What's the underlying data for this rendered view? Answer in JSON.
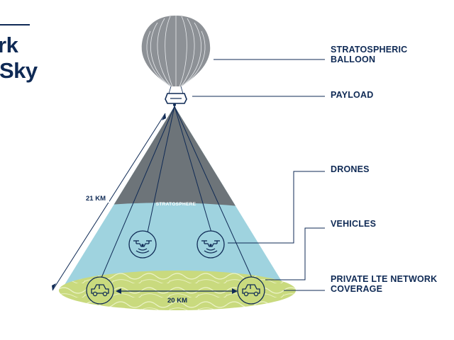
{
  "title": {
    "line1": "rk",
    "line2": "Sky"
  },
  "labels": {
    "balloon_line1": "STRATOSPHERIC",
    "balloon_line2": "BALLOON",
    "payload": "PAYLOAD",
    "drones": "DRONES",
    "vehicles": "VEHICLES",
    "coverage_line1": "PRIVATE LTE NETWORK",
    "coverage_line2": "COVERAGE"
  },
  "diagram": {
    "stratosphere_label": "STRATOSPHERE",
    "altitude_label": "21 KM",
    "width_label": "20 KM",
    "drone_icon": "drone-icon",
    "vehicle_icon": "vehicle-icon"
  },
  "colors": {
    "navy": "#0f2a55",
    "stratosphere": "#6d7479",
    "atmosphere": "#9fd3df",
    "ground": "#c9da7e",
    "balloon": "#8d9196"
  }
}
